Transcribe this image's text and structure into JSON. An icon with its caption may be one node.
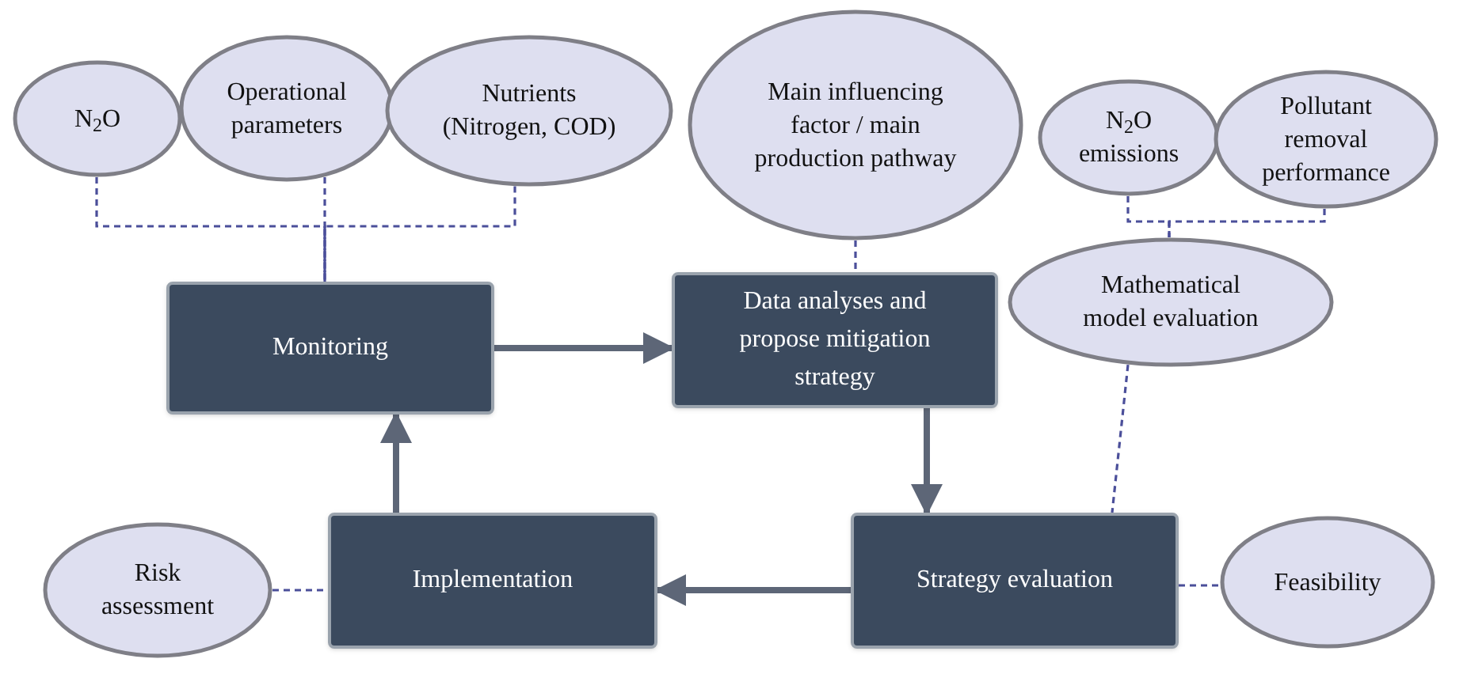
{
  "diagram": {
    "nodes": [
      {
        "text": [
          "Monitoring"
        ]
      },
      {
        "text": [
          "Data analyses and propose mitigation strategy"
        ]
      },
      {
        "text": [
          "Strategy evaluation"
        ]
      },
      {
        "text": [
          "Implementation"
        ]
      },
      {
        "text": [
          "N$_{2}$O"
        ]
      },
      {
        "text": [
          "Operational parameters"
        ]
      },
      {
        "text": [
          "Nutrients (Nitrogen, COD)"
        ]
      },
      {
        "text": [
          "Main influencing factor / main production pathway"
        ]
      },
      {
        "text": [
          "N$_{2}$O emissions"
        ]
      },
      {
        "text": [
          "Pollutant removal performance"
        ]
      },
      {
        "text": [
          "Mathematical model evaluation"
        ]
      },
      {
        "text": [
          "Risk assessment"
        ]
      },
      {
        "text": [
          "Feasibility"
        ]
      }
    ],
    "edges": [
      {
        "from": 0,
        "to": 1,
        "arrow": "to",
        "color": "#5d6677",
        "style": "thick"
      },
      {
        "from": 1,
        "to": 2,
        "arrow": "to",
        "color": "#5d6677",
        "style": "thick"
      },
      {
        "from": 2,
        "to": 3,
        "arrow": "to",
        "color": "#5d6677",
        "style": "thick"
      },
      {
        "from": 3,
        "to": 0,
        "arrow": "to",
        "color": "#5d6677",
        "style": "thick"
      },
      {
        "from": 4,
        "to": 0,
        "arrow": "none",
        "style": "dashed"
      },
      {
        "from": 5,
        "to": 0,
        "arrow": "none",
        "style": "dashed"
      },
      {
        "from": 6,
        "to": 0,
        "arrow": "none",
        "style": "dashed"
      },
      {
        "from": 7,
        "to": 1,
        "arrow": "none",
        "style": "dashed"
      },
      {
        "from": 8,
        "to": 10,
        "arrow": "none",
        "style": "dashed"
      },
      {
        "from": 9,
        "to": 10,
        "arrow": "none",
        "style": "dashed"
      },
      {
        "from": 10,
        "to": 2,
        "arrow": "none",
        "style": "dashed"
      },
      {
        "from": 11,
        "to": 3,
        "arrow": "none",
        "style": "dashed"
      },
      {
        "from": 2,
        "to": 12,
        "arrow": "none",
        "style": "dashed"
      }
    ]
  }
}
